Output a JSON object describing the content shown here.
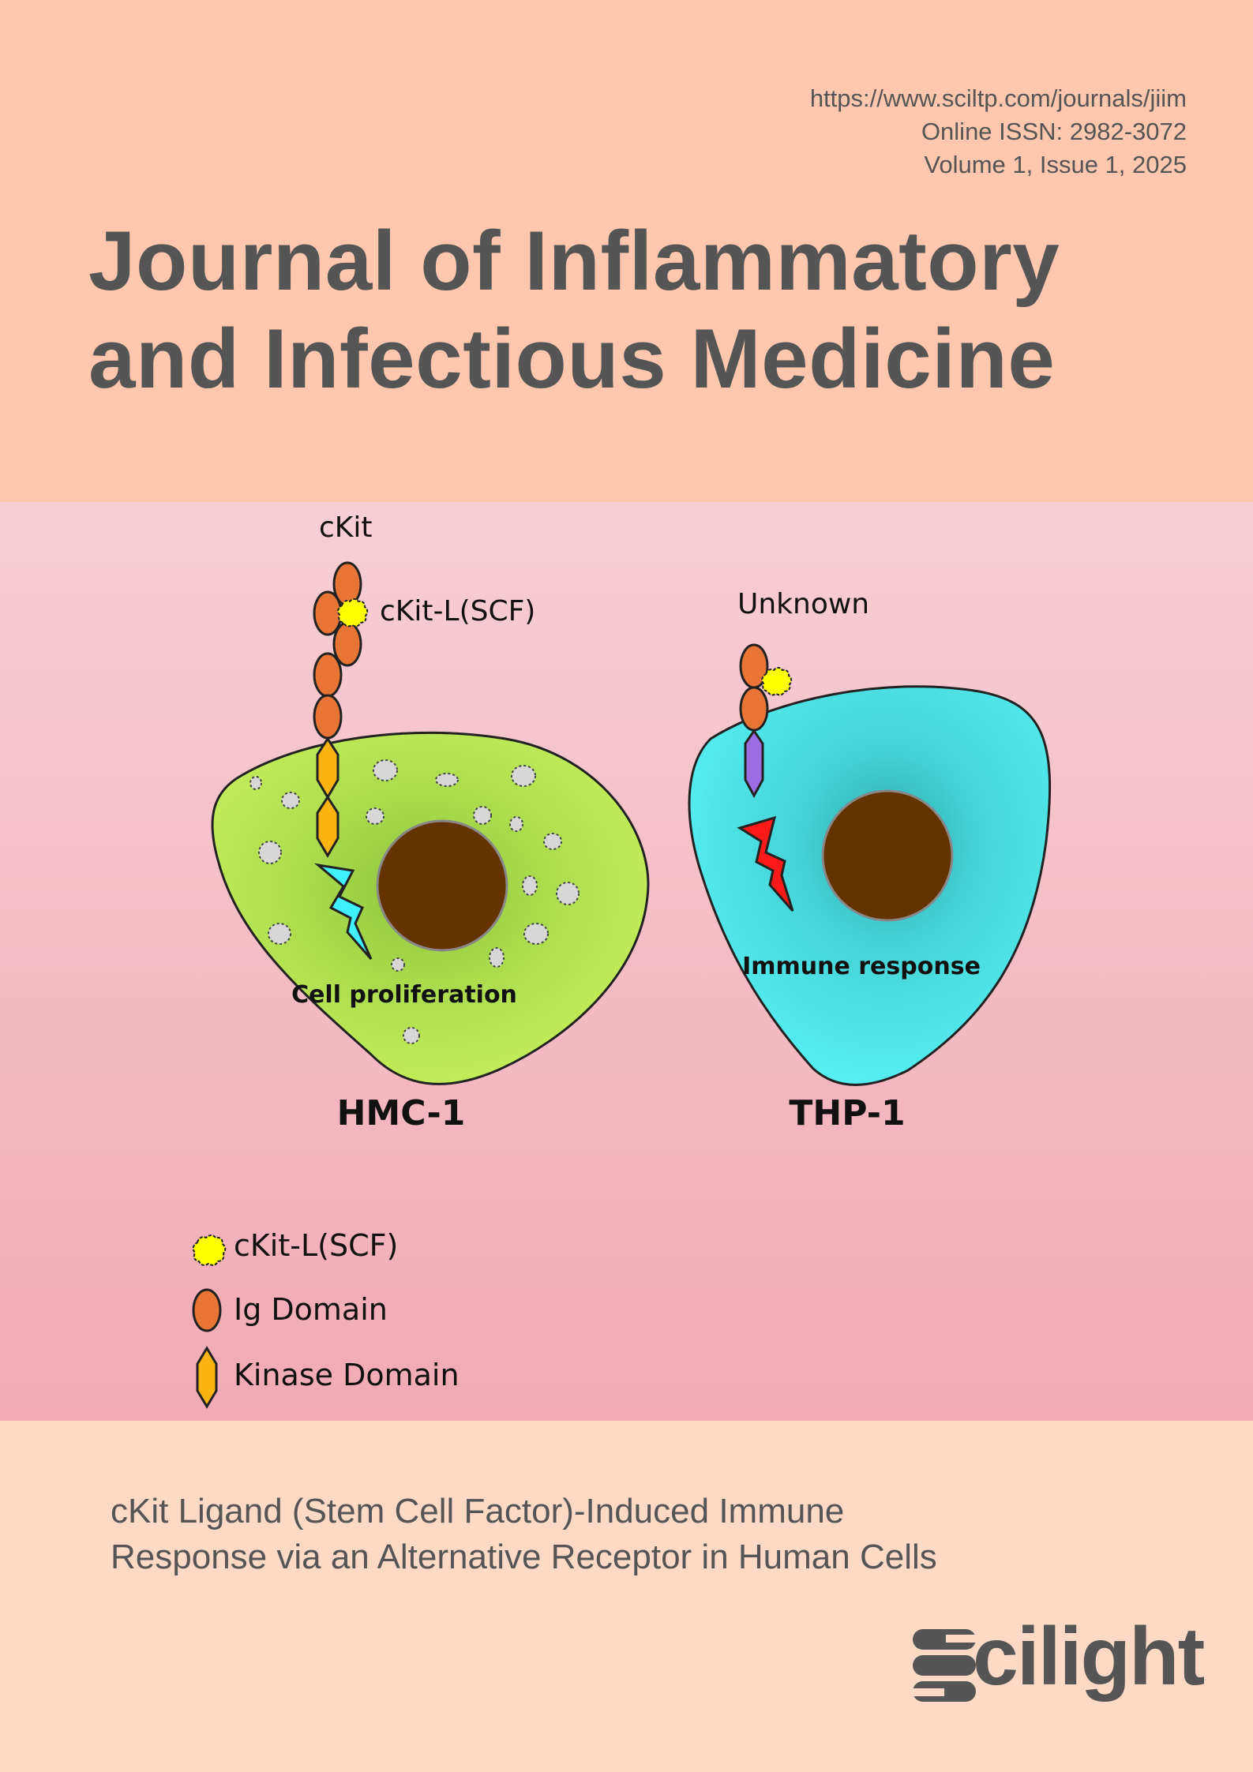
{
  "header": {
    "url": "https://www.sciltp.com/journals/jiim",
    "issn": "Online ISSN: 2982-3072",
    "volume": "Volume 1, Issue 1, 2025",
    "title_line1": "Journal of Inflammatory",
    "title_line2": "and Infectious Medicine"
  },
  "figure": {
    "label_ckit": "cKit",
    "label_ligand": "cKit-L(SCF)",
    "label_unknown": "Unknown",
    "label_cell_proliferation": "Cell proliferation",
    "label_immune_response": "Immune response",
    "cell1_name": "HMC-1",
    "cell2_name": "THP-1",
    "legend": {
      "ligand": "cKit-L(SCF)",
      "ig_domain": "Ig Domain",
      "kinase_domain": "Kinase Domain"
    },
    "icons": [
      "cell-icon",
      "lightning-bolt-icon",
      "ig-domain-icon",
      "kinase-domain-icon",
      "ligand-icon"
    ],
    "colors": {
      "hmc1_cell": "#c0ea5a",
      "thp1_cell": "#54ebeb",
      "nucleus": "#653300",
      "ig_domain": "#e87535",
      "kinase_domain": "#fbb311",
      "ligand": "#ffff00",
      "unknown_kinase": "#9b6de0",
      "bolt_cyan": "#3ff0ff",
      "bolt_red": "#ff1a1a"
    }
  },
  "footer": {
    "article_title_line1": "cKit Ligand (Stem Cell Factor)-Induced Immune",
    "article_title_line2": "Response via an Alternative Receptor in Human Cells",
    "publisher": "cilight"
  },
  "colors": {
    "top_band": "#fec7ae",
    "middle_gradient_top": "#f8ced6",
    "middle_gradient_bottom": "#f1aab5",
    "bottom_band": "#fdd9c6",
    "text": "#555555"
  }
}
